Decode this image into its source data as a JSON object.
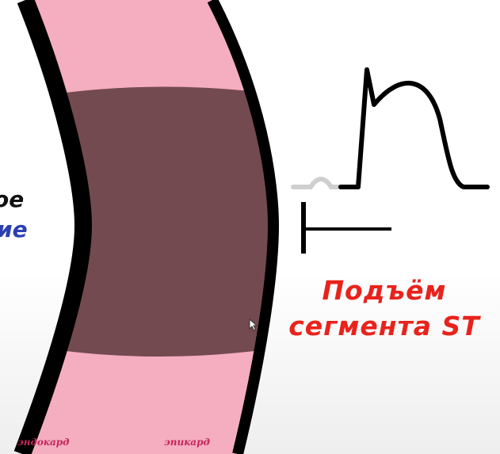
{
  "labels": {
    "left_cut_1": "ое",
    "left_cut_2": "ие",
    "st_line_1": "Подъём",
    "st_line_2": "сегмента ST",
    "endocard": "эндокард",
    "epicard": "эпикард"
  },
  "colors": {
    "wall": "#f5adc0",
    "infarct": "#734a4f",
    "membrane": "#000000",
    "red_text": "#e8231c",
    "blue_text": "#2b3fb0",
    "small_text": "#c2265a"
  },
  "icons": [
    "mouse-cursor-icon"
  ]
}
